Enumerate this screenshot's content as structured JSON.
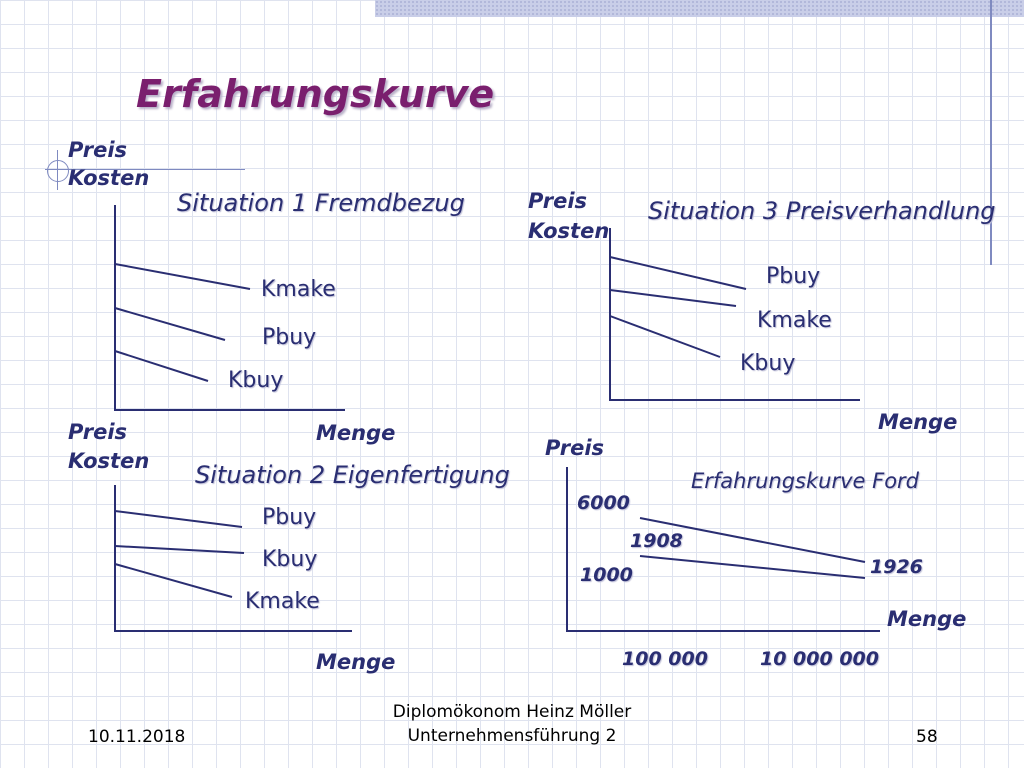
{
  "title": "Erfahrungskurve",
  "axis": {
    "preis": "Preis",
    "kosten": "Kosten",
    "menge": "Menge"
  },
  "situation1": {
    "heading": "Situation 1 Fremdbezug",
    "curves": [
      "Kmake",
      "Pbuy",
      "Kbuy"
    ]
  },
  "situation2": {
    "heading": "Situation 2 Eigenfertigung",
    "curves": [
      "Pbuy",
      "Kbuy",
      "Kmake"
    ]
  },
  "situation3": {
    "heading": "Situation 3 Preisverhandlung",
    "curves": [
      "Pbuy",
      "Kmake",
      "Kbuy"
    ]
  },
  "ford": {
    "heading": "Erfahrungskurve Ford",
    "y_labels": [
      "6000",
      "1000"
    ],
    "years": [
      "1908",
      "1926"
    ],
    "x_labels": [
      "100 000",
      "10 000 000"
    ]
  },
  "footer": {
    "date": "10.11.2018",
    "author": "Diplomökonom Heinz Möller",
    "course": "Unternehmensführung 2",
    "page": "58"
  },
  "colors": {
    "title": "#7a1f6e",
    "text": "#2a2e72",
    "line": "#2a2e72"
  }
}
